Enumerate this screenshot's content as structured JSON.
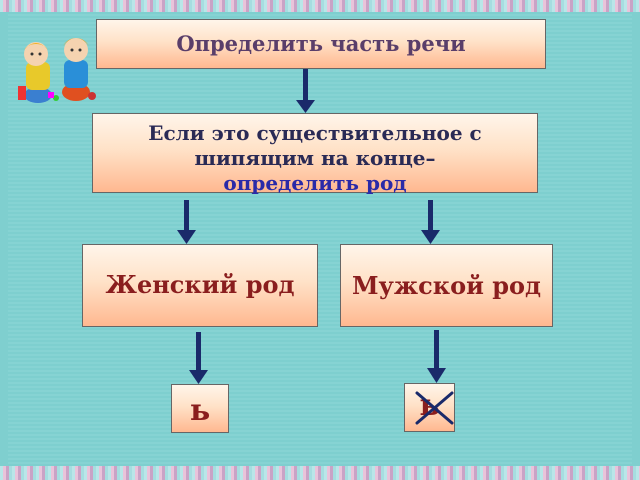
{
  "boxes": {
    "top": "Определить часть речи",
    "middle": {
      "line1": "Если это существительное с",
      "line2": "шипящим на конце–",
      "line3": "определить род"
    },
    "feminine": "Женский род",
    "masculine": "Мужской род",
    "soft_sign": "ь",
    "soft_sign_crossed": "ь"
  },
  "colors": {
    "background": "#7fcfcf",
    "arrow": "#1a2a6a",
    "box_fill": "#ffe2c8",
    "text_red": "#8a1e1e",
    "text_title": "#5a3e6a",
    "cross": "#1a2a6a"
  },
  "icons": [
    "kids-illustration-icon"
  ]
}
